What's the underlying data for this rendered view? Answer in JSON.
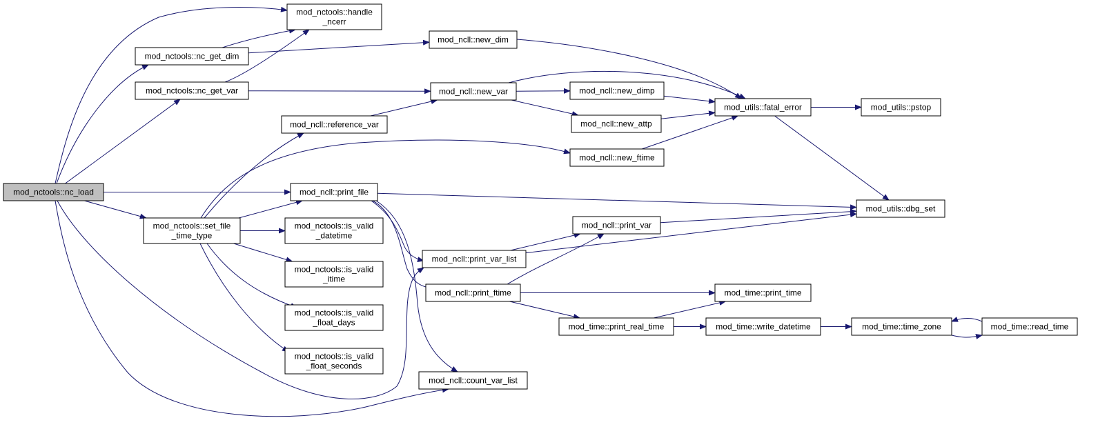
{
  "colors": {
    "edge": "#191970",
    "node_border": "#000000",
    "node_fill": "#ffffff",
    "root_fill": "#bfbfbf"
  },
  "nodes": {
    "nc_load": [
      "mod_nctools::nc_load"
    ],
    "handle_ncerr": [
      "mod_nctools::handle",
      "_ncerr"
    ],
    "nc_get_dim": [
      "mod_nctools::nc_get_dim"
    ],
    "nc_get_var": [
      "mod_nctools::nc_get_var"
    ],
    "new_dim": [
      "mod_ncll::new_dim"
    ],
    "new_var": [
      "mod_ncll::new_var"
    ],
    "reference_var": [
      "mod_ncll::reference_var"
    ],
    "new_dimp": [
      "mod_ncll::new_dimp"
    ],
    "new_attp": [
      "mod_ncll::new_attp"
    ],
    "fatal_error": [
      "mod_utils::fatal_error"
    ],
    "pstop": [
      "mod_utils::pstop"
    ],
    "new_ftime": [
      "mod_ncll::new_ftime"
    ],
    "print_file": [
      "mod_ncll::print_file"
    ],
    "dbg_set": [
      "mod_utils::dbg_set"
    ],
    "set_file_time_type": [
      "mod_nctools::set_file",
      "_time_type"
    ],
    "is_valid_datetime": [
      "mod_nctools::is_valid",
      "_datetime"
    ],
    "is_valid_itime": [
      "mod_nctools::is_valid",
      "_itime"
    ],
    "is_valid_float_days": [
      "mod_nctools::is_valid",
      "_float_days"
    ],
    "is_valid_float_seconds": [
      "mod_nctools::is_valid",
      "_float_seconds"
    ],
    "print_var": [
      "mod_ncll::print_var"
    ],
    "print_var_list": [
      "mod_ncll::print_var_list"
    ],
    "print_ftime": [
      "mod_ncll::print_ftime"
    ],
    "print_time": [
      "mod_time::print_time"
    ],
    "print_real_time": [
      "mod_time::print_real_time"
    ],
    "write_datetime": [
      "mod_time::write_datetime"
    ],
    "time_zone": [
      "mod_time::time_zone"
    ],
    "read_time": [
      "mod_time::read_time"
    ],
    "count_var_list": [
      "mod_ncll::count_var_list"
    ]
  },
  "edges": [
    [
      "nc_load",
      "handle_ncerr"
    ],
    [
      "nc_load",
      "nc_get_dim"
    ],
    [
      "nc_load",
      "nc_get_var"
    ],
    [
      "nc_load",
      "print_file"
    ],
    [
      "nc_load",
      "set_file_time_type"
    ],
    [
      "nc_load",
      "print_var_list"
    ],
    [
      "nc_load",
      "count_var_list"
    ],
    [
      "nc_get_dim",
      "handle_ncerr"
    ],
    [
      "nc_get_dim",
      "new_dim"
    ],
    [
      "nc_get_var",
      "handle_ncerr"
    ],
    [
      "nc_get_var",
      "new_var"
    ],
    [
      "new_dim",
      "fatal_error"
    ],
    [
      "new_var",
      "fatal_error"
    ],
    [
      "new_var",
      "new_dimp"
    ],
    [
      "new_var",
      "new_attp"
    ],
    [
      "new_dimp",
      "fatal_error"
    ],
    [
      "new_attp",
      "fatal_error"
    ],
    [
      "new_ftime",
      "fatal_error"
    ],
    [
      "reference_var",
      "new_var"
    ],
    [
      "fatal_error",
      "pstop"
    ],
    [
      "fatal_error",
      "dbg_set"
    ],
    [
      "set_file_time_type",
      "reference_var"
    ],
    [
      "set_file_time_type",
      "new_ftime"
    ],
    [
      "set_file_time_type",
      "print_file"
    ],
    [
      "set_file_time_type",
      "is_valid_datetime"
    ],
    [
      "set_file_time_type",
      "is_valid_itime"
    ],
    [
      "set_file_time_type",
      "is_valid_float_days"
    ],
    [
      "set_file_time_type",
      "is_valid_float_seconds"
    ],
    [
      "print_file",
      "dbg_set"
    ],
    [
      "print_file",
      "print_var_list"
    ],
    [
      "print_file",
      "print_ftime"
    ],
    [
      "print_file",
      "count_var_list"
    ],
    [
      "print_var_list",
      "print_var"
    ],
    [
      "print_var_list",
      "dbg_set"
    ],
    [
      "print_var",
      "dbg_set"
    ],
    [
      "print_ftime",
      "print_var"
    ],
    [
      "print_ftime",
      "print_time"
    ],
    [
      "print_ftime",
      "print_real_time"
    ],
    [
      "print_real_time",
      "print_time"
    ],
    [
      "print_real_time",
      "write_datetime"
    ],
    [
      "write_datetime",
      "time_zone"
    ],
    [
      "time_zone",
      "read_time"
    ],
    [
      "read_time",
      "time_zone"
    ]
  ]
}
